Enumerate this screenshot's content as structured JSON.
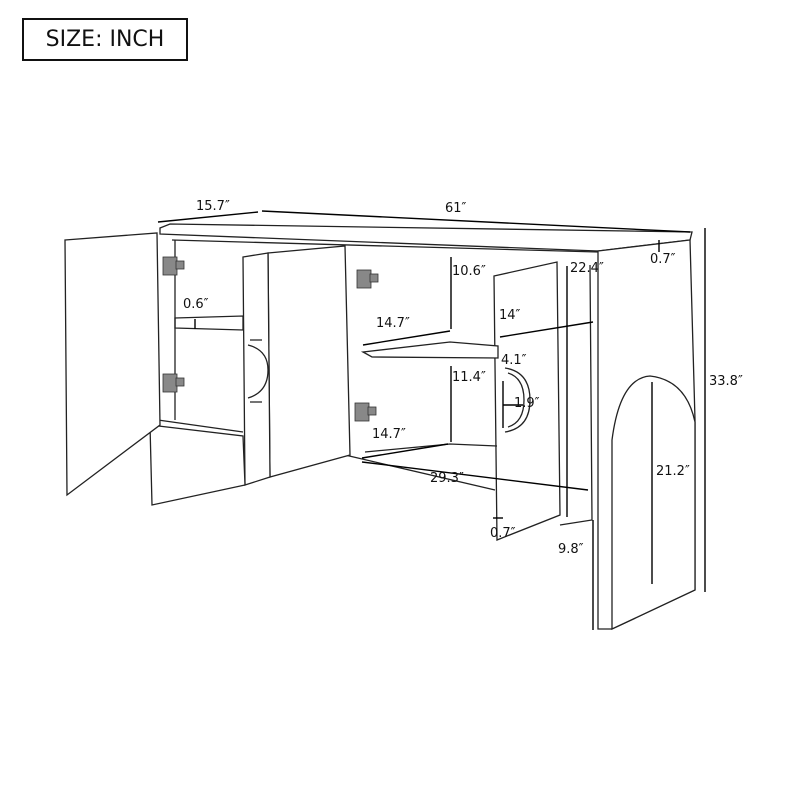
{
  "title": "SIZE: INCH",
  "dimensions": {
    "depth": "15.7″",
    "width": "61″",
    "top_thickness": "0.7″",
    "inner_height": "22.4″",
    "upper_compartment_height": "10.6″",
    "shelf_thickness": "0.6″",
    "upper_shelf_depth": "14.7″",
    "right_compartment_depth": "14″",
    "handle_height": "4.1″",
    "lower_compartment_height": "11.4″",
    "handle_depth": "1.9″",
    "lower_shelf_depth": "14.7″",
    "inner_width": "29.3″",
    "arch_height": "21.2″",
    "total_height": "33.8″",
    "door_thickness": "0.7″",
    "leg_clearance": "9.8″"
  }
}
